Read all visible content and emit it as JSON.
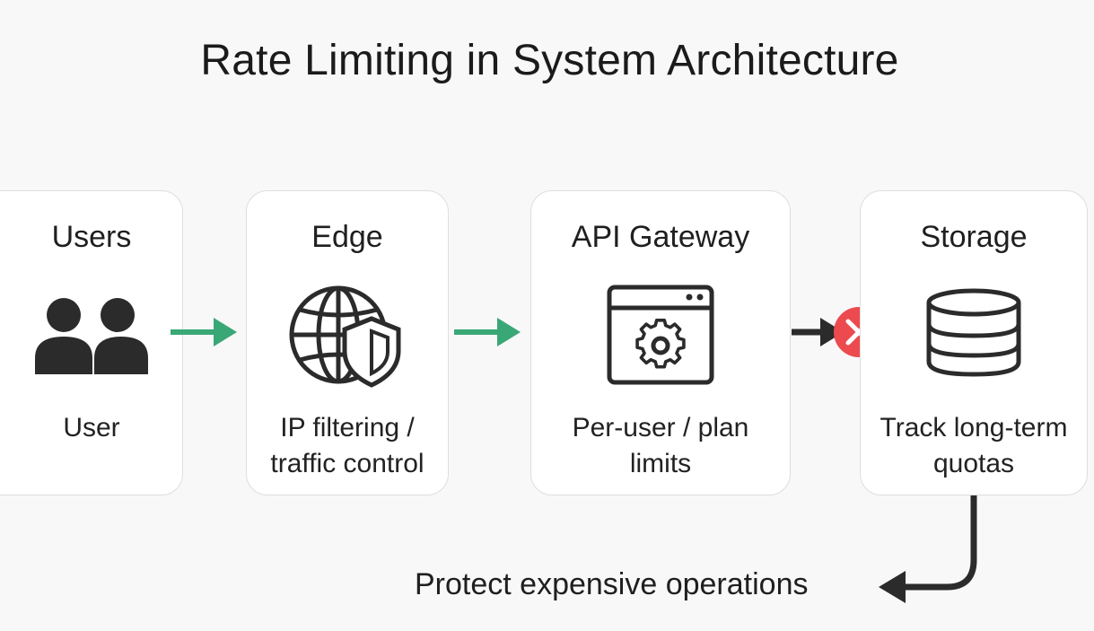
{
  "title": "Rate Limiting in System Architecture",
  "stages": [
    {
      "name": "Users",
      "description": "User",
      "icon": "users-icon"
    },
    {
      "name": "Edge",
      "description": "IP filtering / traffic control",
      "icon": "globe-shield-icon"
    },
    {
      "name": "API Gateway",
      "description": "Per-user / plan limits",
      "icon": "gateway-gear-icon"
    },
    {
      "name": "Storage",
      "description": "Track long-term quotas",
      "icon": "database-icon"
    }
  ],
  "connections": [
    {
      "from": "Users",
      "to": "Edge",
      "state": "allowed",
      "color": "#3aa776"
    },
    {
      "from": "Edge",
      "to": "API Gateway",
      "state": "allowed",
      "color": "#3aa776"
    },
    {
      "from": "API Gateway",
      "to": "Storage",
      "state": "blocked",
      "color": "#2b2b2b",
      "marker_color": "#ec4a4f"
    }
  ],
  "output": {
    "label": "Protect expensive operations"
  }
}
